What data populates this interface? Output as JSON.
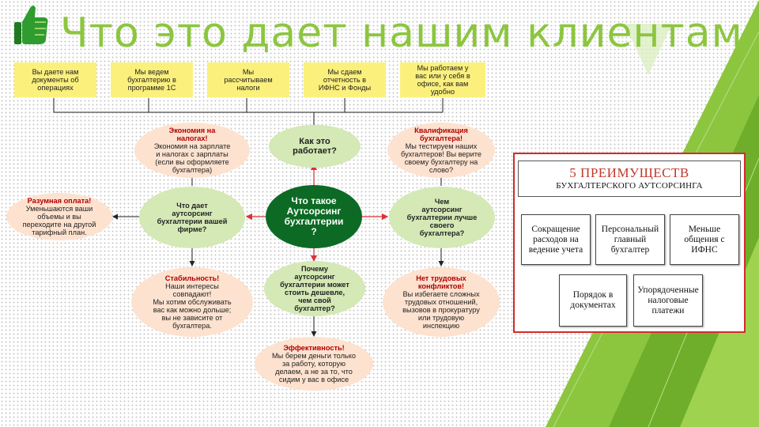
{
  "page": {
    "title": "Что это дает нашим клиентам",
    "colors": {
      "accent": "#8cc63f",
      "dark_green": "#0c6a24",
      "red_text": "#b00000",
      "panel_border": "#d22b2b"
    }
  },
  "diagram": {
    "top_boxes": [
      "Вы даете нам\nдокументы об\nоперациях",
      "Мы ведем\nбухгалтерию в\nпрограмме 1С",
      "Мы\nрассчитываем\nналоги",
      "Мы сдаем\nотчетность в\nИФНС и Фонды",
      "Мы работаем у\nвас или у себя в\nофисе, как вам\nудобно"
    ],
    "economy": {
      "heading": "Экономия на\nналогах!",
      "body": "Экономия на зарплате\nи налогах с зарплаты\n(если вы оформляете\nбухгалтера)"
    },
    "how": {
      "text": "Как это\nработает?"
    },
    "qualification": {
      "heading": "Квалификация\nбухгалтера!",
      "body": "Мы тестируем наших\nбухгалтеров! Вы верите\nсвоему бухгалтеру на\nслово?"
    },
    "reasonable": {
      "heading": "Разумная оплата!",
      "body": "Уменьшаются ваши\nобъемы и вы\nпереходите на другой\nтарифный план."
    },
    "gives": {
      "text": "Что дает\nаутсорсинг\nбухгалтерии вашей\nфирме?"
    },
    "center": {
      "text": "Что такое\nАутсорсинг\nбухгалтерии\n?"
    },
    "better": {
      "text": "Чем\nаутсорсинг\nбухгалтерии лучше\nсвоего\nбухгалтера?"
    },
    "stability": {
      "heading": "Стабильность!",
      "body": "Наши интересы\nсовпадают!\nМы хотим обслуживать\nвас как можно дольше;\nвы не зависите от\nбухгалтера."
    },
    "cheaper": {
      "text": "Почему\nаутсорсинг\nбухгалтерии может\nстоить дешевле,\nчем свой\nбухгалтер?"
    },
    "conflicts": {
      "heading": "Нет трудовых\nконфликтов!",
      "body": "Вы избегаете сложных\nтрудовых отношений,\nвызовов в прокуратуру\nили трудовую\nинспекцию"
    },
    "efficiency": {
      "heading": "Эффективность!",
      "body": "Мы берем деньги только\nза работу, которую\nделаем, а не за то, что\nсидим у вас в офисе"
    }
  },
  "advantages": {
    "title_line1": "5 ПРЕИМУЩЕСТВ",
    "title_line2": "БУХГАЛТЕРСКОГО АУТСОРСИНГА",
    "items": [
      "Сокращение\nрасходов на\nведение учета",
      "Персональный\nглавный\nбухгалтер",
      "Меньше\nобщения с\nИФНС",
      "Порядок в\nдокументах",
      "Упорядоченные\nналоговые\nплатежи"
    ]
  }
}
